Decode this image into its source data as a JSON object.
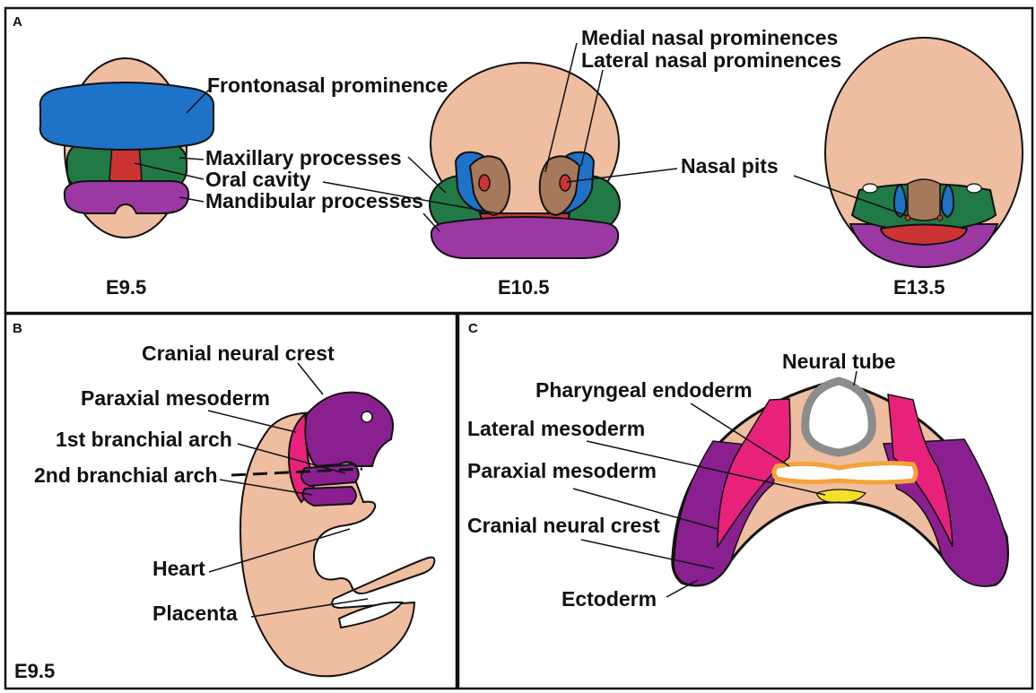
{
  "panels": {
    "a": {
      "letter": "A",
      "stages": [
        "E9.5",
        "E10.5",
        "E13.5"
      ],
      "labels": {
        "frontonasal": "Frontonasal prominence",
        "maxillary": "Maxillary processes",
        "oral": "Oral cavity",
        "mandibular": "Mandibular processes",
        "medial_nasal": "Medial nasal prominences",
        "lateral_nasal": "Lateral nasal prominences",
        "nasal_pits": "Nasal pits"
      }
    },
    "b": {
      "letter": "B",
      "stage": "E9.5",
      "labels": {
        "cranial_nc": "Cranial neural crest",
        "paraxial": "Paraxial mesoderm",
        "arch1": "1st branchial arch",
        "arch2": "2nd branchial arch",
        "heart": "Heart",
        "placenta": "Placenta"
      }
    },
    "c": {
      "letter": "C",
      "labels": {
        "neural_tube": "Neural tube",
        "pharyngeal": "Pharyngeal endoderm",
        "lateral": "Lateral mesoderm",
        "paraxial": "Paraxial mesoderm",
        "cranial_nc": "Cranial neural crest",
        "ectoderm": "Ectoderm"
      }
    }
  },
  "colors": {
    "skin": "#efbd9f",
    "frontonasal": "#1e72c8",
    "maxillary": "#217a46",
    "oral": "#cc3434",
    "mandibular": "#9b38a4",
    "nasal_medial": "#a5795a",
    "neural_crest": "#8a2090",
    "paraxial": "#e8227a",
    "endoderm_outline": "#f3a43a",
    "yellow": "#f2e02a",
    "neural_tube": "#8c8c8c"
  }
}
